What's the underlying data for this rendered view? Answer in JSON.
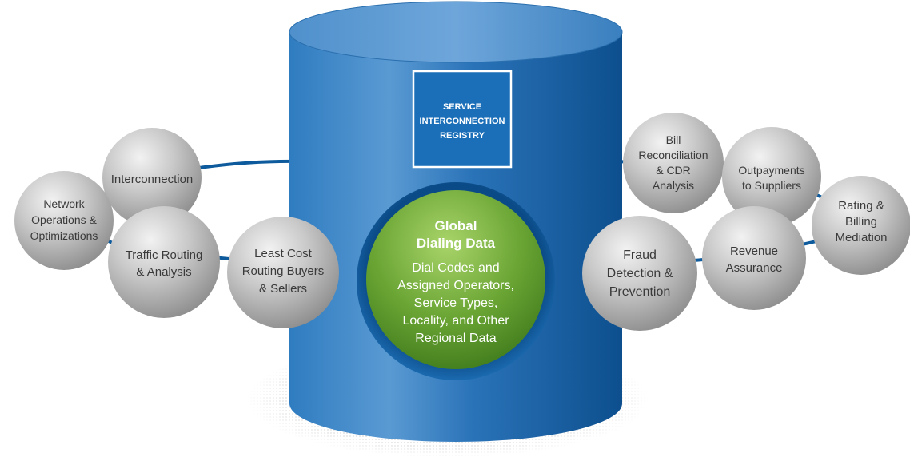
{
  "registry": {
    "lines": [
      "SERVICE",
      "INTERCONNECTION",
      "REGISTRY"
    ]
  },
  "center": {
    "title_lines": [
      "Global",
      "Dialing Data"
    ],
    "body_lines": [
      "Dial Codes and",
      "Assigned Operators,",
      "Service Types,",
      "Locality, and Other",
      "Regional Data"
    ]
  },
  "left_nodes": [
    {
      "id": "interconnection",
      "lines": [
        "Interconnection"
      ]
    },
    {
      "id": "network-operations",
      "lines": [
        "Network",
        "Operations &",
        "Optimizations"
      ]
    },
    {
      "id": "traffic-routing",
      "lines": [
        "Traffic Routing",
        "& Analysis"
      ]
    },
    {
      "id": "least-cost-routing",
      "lines": [
        "Least Cost",
        "Routing Buyers",
        "& Sellers"
      ]
    }
  ],
  "right_nodes": [
    {
      "id": "bill-reconciliation",
      "lines": [
        "Bill",
        "Reconciliation",
        "& CDR",
        "Analysis"
      ]
    },
    {
      "id": "outpayments",
      "lines": [
        "Outpayments",
        "to Suppliers"
      ]
    },
    {
      "id": "rating-billing",
      "lines": [
        "Rating &",
        "Billing",
        "Mediation"
      ]
    },
    {
      "id": "fraud-detection",
      "lines": [
        "Fraud",
        "Detection &",
        "Prevention"
      ]
    },
    {
      "id": "revenue-assurance",
      "lines": [
        "Revenue",
        "Assurance"
      ]
    }
  ],
  "colors": {
    "cylinder": "#1f6db0",
    "cylinder_dark": "#0f4c86",
    "connector": "#0d5a9c",
    "center_sphere": "#6aa534",
    "sphere_gray": "#b9b9b9"
  }
}
